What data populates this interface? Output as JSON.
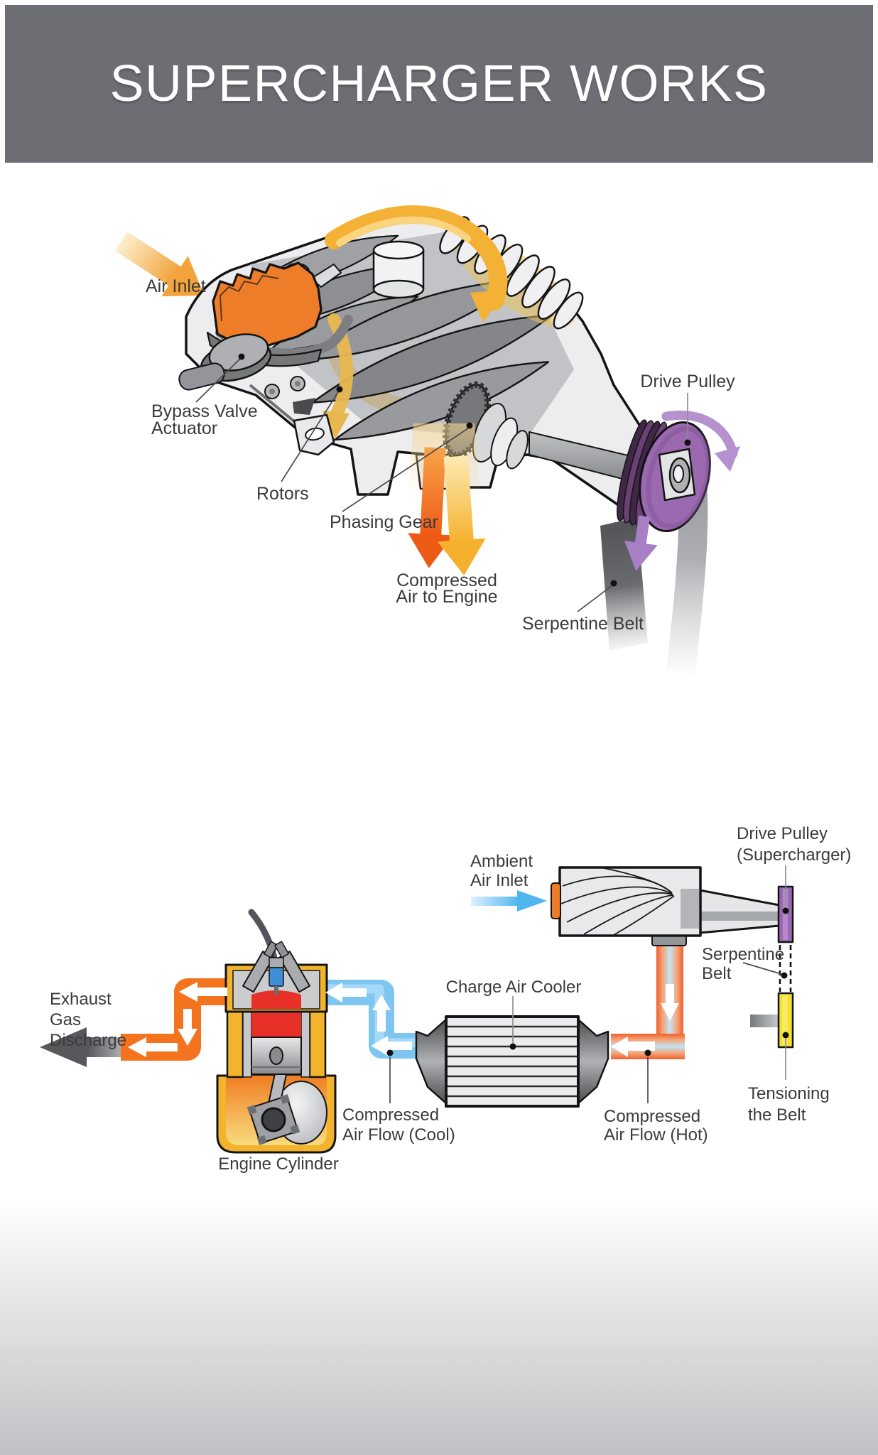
{
  "title": "SUPERCHARGER WORKS",
  "colors": {
    "header_bg": "#6c6e74",
    "label_text": "#3b3b3d",
    "accent_orange": "#ee7d2a",
    "accent_yellow": "#f3b236",
    "accent_purple": "#9b69b0",
    "purple_light": "#b18fcd",
    "hot_red": "#ee5f2a",
    "cool_blue": "#7ec5f0",
    "tensioner_yellow": "#f2e02a",
    "engine_yellow": "#f3b32c",
    "combustion_red": "#e73128",
    "exhaust_orange": "#f4731f",
    "belt_gray": "#5c5d61"
  },
  "top_diagram": {
    "labels": {
      "air_inlet": "Air Inlet",
      "bypass_line1": "Bypass Valve",
      "bypass_line2": "Actuator",
      "rotors": "Rotors",
      "phasing_gear": "Phasing Gear",
      "compressed_line1": "Compressed",
      "compressed_line2": "Air to Engine",
      "serpentine_belt": "Serpentine Belt",
      "drive_pulley": "Drive Pulley"
    }
  },
  "bottom_diagram": {
    "labels": {
      "ambient_line1": "Ambient",
      "ambient_line2": "Air Inlet",
      "drive_pulley_line1": "Drive Pulley",
      "drive_pulley_line2": "(Supercharger)",
      "serpentine_line1": "Serpentine",
      "serpentine_line2": "Belt",
      "charge_air_cooler": "Charge Air Cooler",
      "cool_line1": "Compressed",
      "cool_line2": "Air Flow (Cool)",
      "hot_line1": "Compressed",
      "hot_line2": "Air Flow (Hot)",
      "tensioning_line1": "Tensioning",
      "tensioning_line2": "the Belt",
      "exhaust_line1": "Exhaust",
      "exhaust_line2": "Gas",
      "exhaust_line3": "Discharge",
      "engine_cylinder": "Engine Cylinder"
    }
  }
}
